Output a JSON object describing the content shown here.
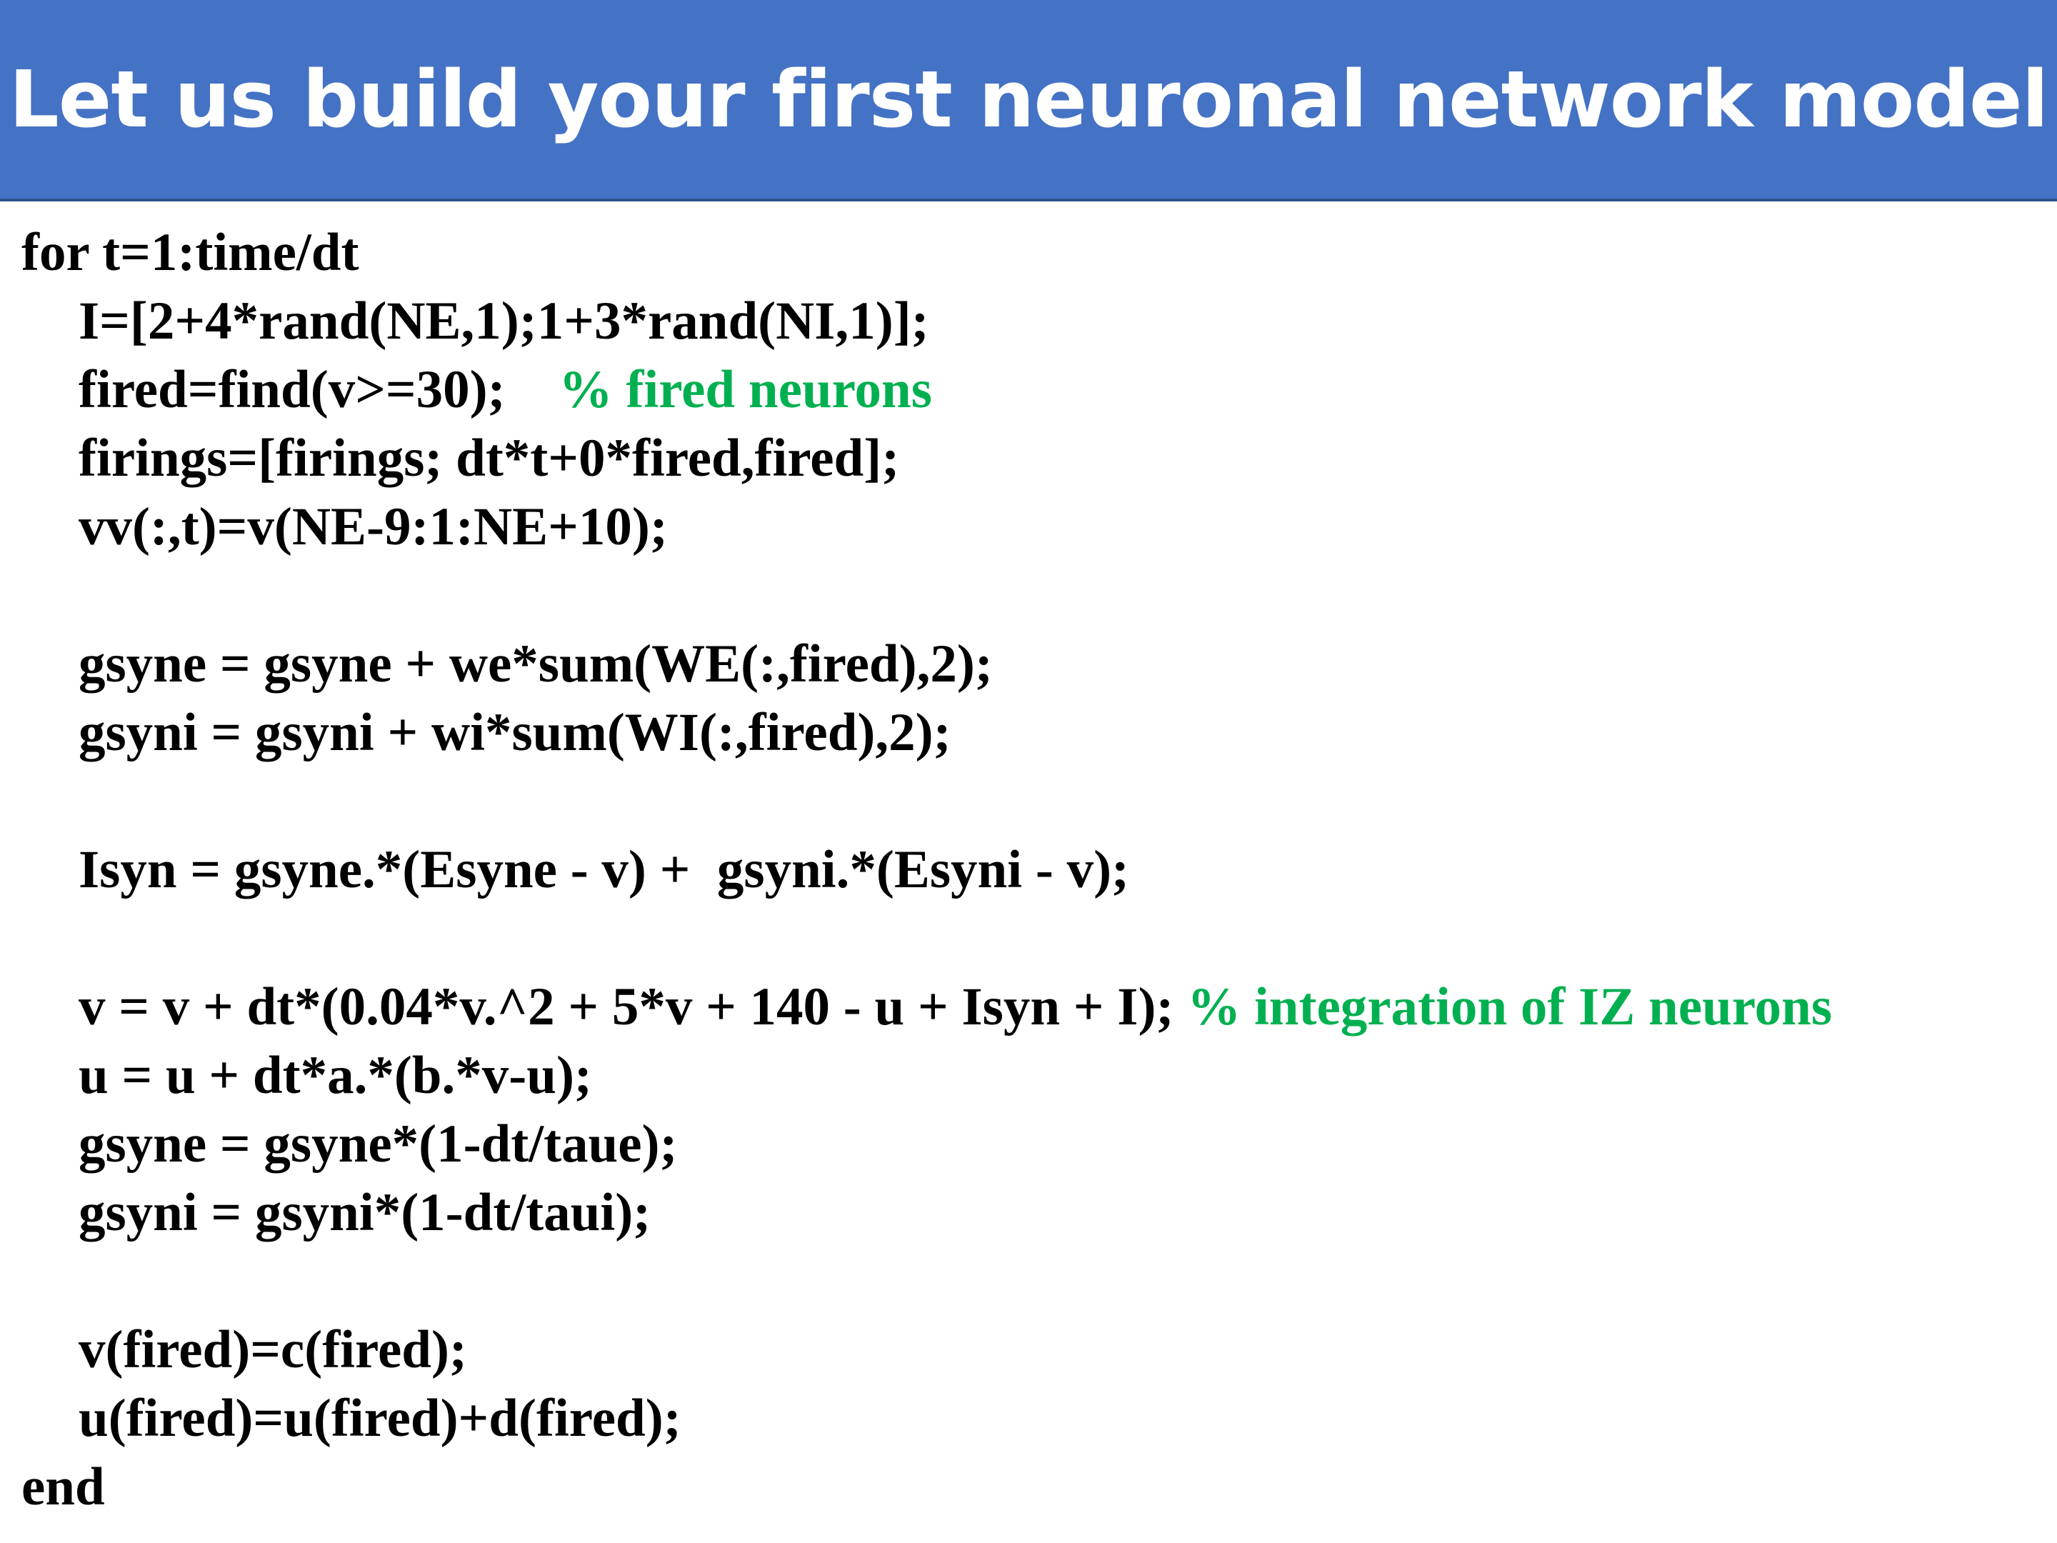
{
  "title": "Let us build your first neuronal network model",
  "colors": {
    "title_bar": "#4472c4",
    "title_text": "#ffffff",
    "code_text": "#000000",
    "comment_text": "#00b050"
  },
  "code": {
    "lines": [
      {
        "text": "for t=1:time/dt",
        "comment": ""
      },
      {
        "text": "I=[2+4*rand(NE,1);1+3*rand(NI,1)];",
        "comment": ""
      },
      {
        "text": "fired=find(v>=30);    ",
        "comment": "% fired neurons"
      },
      {
        "text": "firings=[firings; dt*t+0*fired,fired];",
        "comment": ""
      },
      {
        "text": "vv(:,t)=v(NE-9:1:NE+10);",
        "comment": ""
      },
      {
        "text": "",
        "comment": ""
      },
      {
        "text": "gsyne = gsyne + we*sum(WE(:,fired),2);",
        "comment": ""
      },
      {
        "text": "gsyni = gsyni + wi*sum(WI(:,fired),2);",
        "comment": ""
      },
      {
        "text": "",
        "comment": ""
      },
      {
        "text": "Isyn = gsyne.*(Esyne - v) +  gsyni.*(Esyni - v);",
        "comment": ""
      },
      {
        "text": "",
        "comment": ""
      },
      {
        "text": "v = v + dt*(0.04*v.^2 + 5*v + 140 - u + Isyn + I); ",
        "comment": "% integration of IZ neurons"
      },
      {
        "text": "u = u + dt*a.*(b.*v-u);",
        "comment": ""
      },
      {
        "text": "gsyne = gsyne*(1-dt/taue);",
        "comment": ""
      },
      {
        "text": "gsyni = gsyni*(1-dt/taui);",
        "comment": ""
      },
      {
        "text": "",
        "comment": ""
      },
      {
        "text": "v(fired)=c(fired);",
        "comment": ""
      },
      {
        "text": "u(fired)=u(fired)+d(fired);",
        "comment": ""
      },
      {
        "text": "end",
        "comment": ""
      }
    ]
  }
}
